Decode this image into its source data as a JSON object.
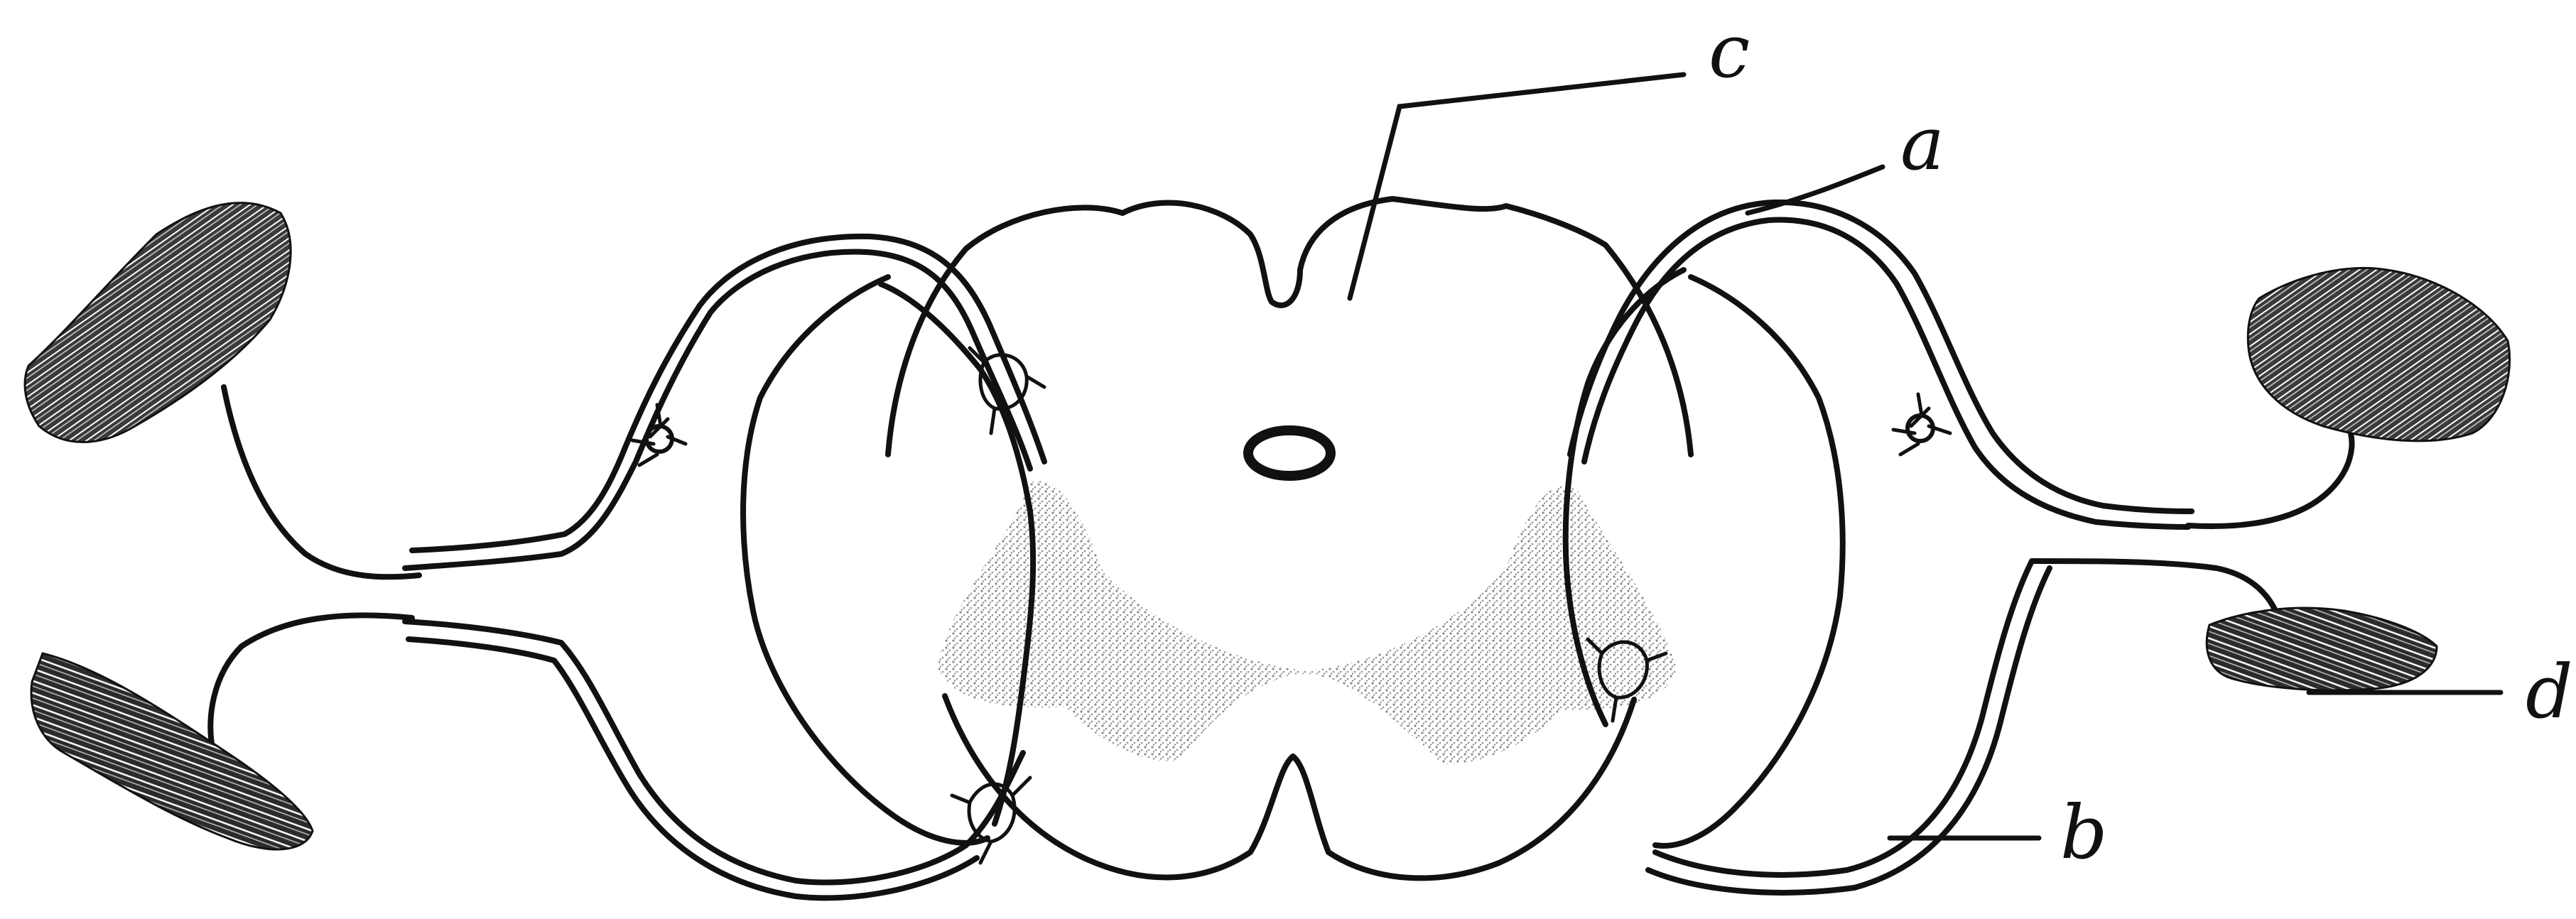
{
  "labels": {
    "a": "a",
    "b": "b",
    "c": "c",
    "d": "d"
  },
  "colors": {
    "ink": "#111111",
    "gray_matter_stipple": "#9a9a9a",
    "background": "#ffffff"
  }
}
